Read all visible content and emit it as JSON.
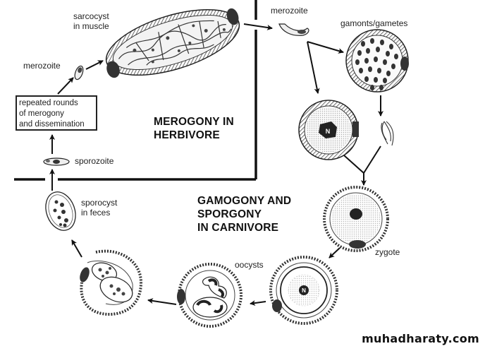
{
  "labels": {
    "sarcocyst": [
      "sarcocyst",
      "in muscle"
    ],
    "merozoite_left": "merozoite",
    "merozoite_right": "merozoite",
    "repeated_box": [
      "repeated rounds",
      "of merogony",
      "and dissemination"
    ],
    "sporozoite": "sporozoite",
    "gamonts": "gamonts/gametes",
    "sporocyst": [
      "sporocyst",
      "in feces"
    ],
    "oocysts": "oocysts",
    "zygote": "zygote"
  },
  "headings": {
    "herbivore": [
      "MEROGONY IN",
      "HERBIVORE"
    ],
    "carnivore": [
      "GAMOGONY AND",
      "SPORGONY",
      "IN CARNIVORE"
    ]
  },
  "watermark": "muhadharaty.com",
  "nucleus_letter": "N",
  "colors": {
    "ink": "#1a1a1a",
    "hatch": "#555555",
    "background": "#ffffff"
  }
}
